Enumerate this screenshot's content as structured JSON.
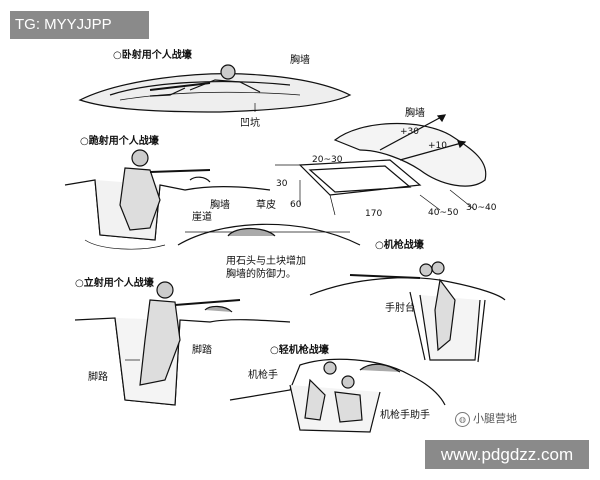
{
  "watermark_top": "TG: MYYJJPP",
  "watermark_bottom": "www.pdgdzz.com",
  "brand": {
    "icon": "wechat-icon",
    "text": "小腿营地"
  },
  "trench_prone": {
    "title": "○卧射用个人战壕",
    "parapet": "胸墙",
    "pit": "凹坑"
  },
  "trench_kneeling": {
    "title": "○跪射用个人战壕",
    "slope": "崖道",
    "parapet": "胸墙",
    "turf": "草皮",
    "reinforce_note_1": "用石头与土块增加",
    "reinforce_note_2": "胸墙的防御力。"
  },
  "trench_standing": {
    "title": "○立射用个人战壕",
    "step": "脚踏",
    "foot_path": "脚路"
  },
  "mg_trench": {
    "title": "○机枪战壕",
    "elbow_rest": "手肘台"
  },
  "light_mg_trench": {
    "title": "○轻机枪战壕",
    "gunner": "机枪手",
    "assistant": "机枪手助手"
  },
  "plan_view": {
    "parapet": "胸墙",
    "dims": {
      "d1": "+30",
      "d2": "+10",
      "d3": "20~30",
      "d4": "30",
      "d5": "60",
      "d6": "170",
      "d7": "40~50",
      "d8": "30~40"
    }
  },
  "colors": {
    "ink": "#111111",
    "watermark_bg": "#8a8a8a"
  }
}
